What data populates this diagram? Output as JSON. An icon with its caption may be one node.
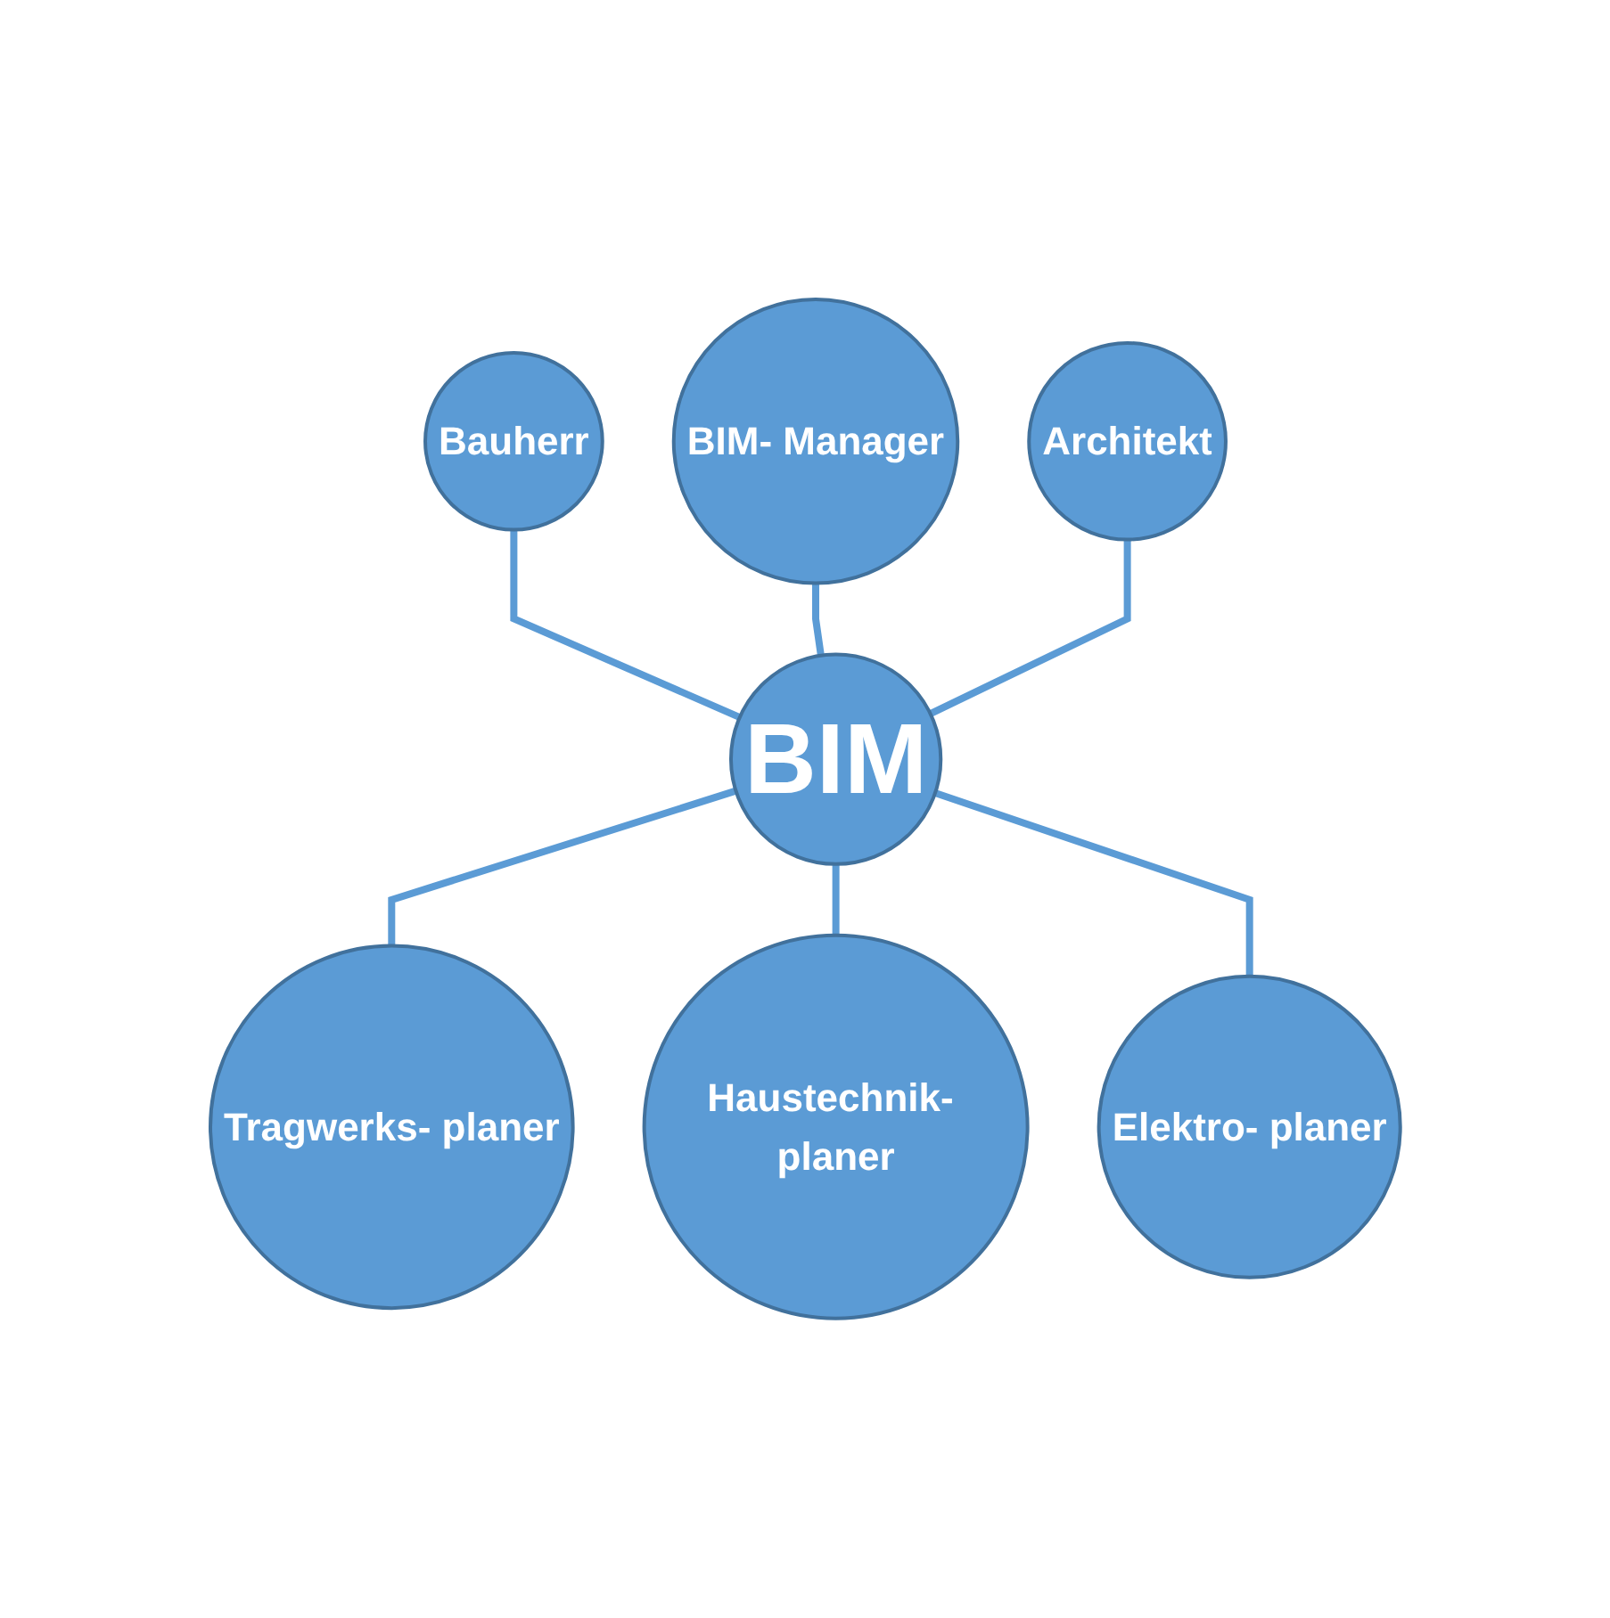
{
  "diagram": {
    "nodes": [
      {
        "text": [
          "Bauherr"
        ]
      },
      {
        "text": [
          "BIM- Manager"
        ]
      },
      {
        "text": [
          "Architekt"
        ]
      },
      {
        "text": [
          "BIM"
        ]
      },
      {
        "text": [
          "Tragwerks- planer"
        ]
      },
      {
        "text": [
          "Haustechnik- planer"
        ]
      },
      {
        "text": [
          "Elektro- planer"
        ]
      }
    ],
    "edges": [
      {
        "from": 0,
        "to": 3,
        "arrow": "none"
      },
      {
        "from": 1,
        "to": 3,
        "arrow": "none"
      },
      {
        "from": 2,
        "to": 3,
        "arrow": "none"
      },
      {
        "from": 3,
        "to": 4,
        "arrow": "none"
      },
      {
        "from": 3,
        "to": 5,
        "arrow": "none"
      },
      {
        "from": 3,
        "to": 6,
        "arrow": "none"
      }
    ]
  }
}
